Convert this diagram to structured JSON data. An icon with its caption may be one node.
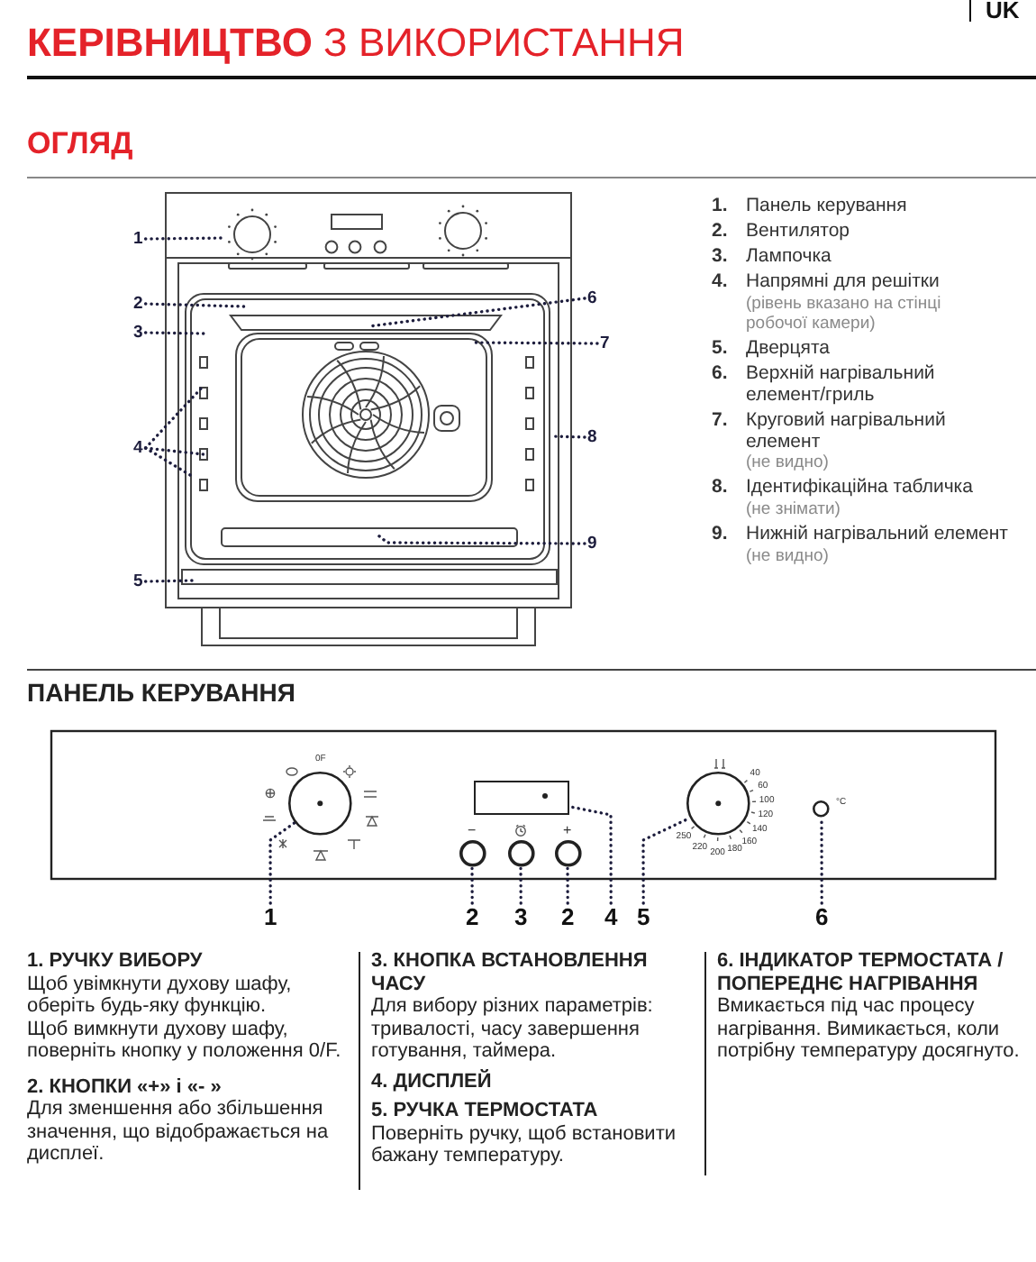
{
  "diagram": {
    "title": "**КЕРІВНИЦТВО** З ВИКОРИСТАННЯ",
    "nodes": [
      {
        "text": [
          "1"
        ]
      },
      {
        "text": [
          "2"
        ]
      },
      {
        "text": [
          "3"
        ]
      },
      {
        "text": [
          "4"
        ]
      },
      {
        "text": [
          "5"
        ]
      },
      {
        "text": [
          "6"
        ]
      },
      {
        "text": [
          "7"
        ]
      },
      {
        "text": [
          "8"
        ]
      },
      {
        "text": [
          "9"
        ]
      },
      {
        "text": [],
        "shape": "circle",
        "beside": [
          "0F"
        ]
      },
      {
        "text": [],
        "shape": "box"
      },
      {
        "text": [],
        "shape": "circle",
        "beside": [
          "−"
        ]
      },
      {
        "text": [],
        "shape": "circle"
      },
      {
        "text": [],
        "shape": "circle",
        "beside": [
          "+"
        ]
      },
      {
        "text": [],
        "shape": "circle",
        "beside": [
          "40",
          "60",
          "100",
          "120",
          "140",
          "160",
          "180",
          "200",
          "220",
          "250"
        ]
      },
      {
        "text": [],
        "shape": "circle",
        "beside": [
          "°C"
        ]
      },
      {
        "text": [
          "1"
        ]
      },
      {
        "text": [
          "2"
        ]
      },
      {
        "text": [
          "3"
        ]
      },
      {
        "text": [
          "2"
        ]
      },
      {
        "text": [
          "4"
        ]
      },
      {
        "text": [
          "5"
        ]
      },
      {
        "text": [
          "6"
        ]
      }
    ],
    "edges": [
      {
        "from": 0,
        "to": null,
        "arrow": "none"
      },
      {
        "from": 1,
        "to": null,
        "arrow": "none"
      },
      {
        "from": 2,
        "to": null,
        "arrow": "none"
      },
      {
        "from": 3,
        "to": null,
        "arrow": "none"
      },
      {
        "from": 3,
        "to": null,
        "arrow": "none"
      },
      {
        "from": 3,
        "to": null,
        "arrow": "none"
      },
      {
        "from": 4,
        "to": null,
        "arrow": "none"
      },
      {
        "from": 5,
        "to": null,
        "arrow": "none"
      },
      {
        "from": 6,
        "to": null,
        "arrow": "none"
      },
      {
        "from": 7,
        "to": null,
        "arrow": "none"
      },
      {
        "from": 8,
        "to": null,
        "arrow": "none"
      },
      {
        "from": 16,
        "to": 9,
        "arrow": "none"
      },
      {
        "from": 17,
        "to": 11,
        "arrow": "none"
      },
      {
        "from": 18,
        "to": 12,
        "arrow": "none"
      },
      {
        "from": 19,
        "to": 13,
        "arrow": "none"
      },
      {
        "from": 20,
        "to": 10,
        "arrow": "none"
      },
      {
        "from": 21,
        "to": 14,
        "arrow": "none"
      },
      {
        "from": 22,
        "to": 15,
        "arrow": "none"
      }
    ],
    "labels": [
      "UK",
      "ОГЛЯД",
      "1.",
      "Панель керування",
      "2.",
      "Вентилятор",
      "3.",
      "Лампочка",
      "4.",
      "Напрямні для решітки",
      "(рівень вказано на стінці робочої камери)",
      "5.",
      "Дверцята",
      "6.",
      "Верхній нагрівальний елемент/гриль",
      "7.",
      "Круговий нагрівальний елемент",
      "(не видно)",
      "8.",
      "Ідентифікаційна табличка",
      "(не знімати)",
      "9.",
      "Нижній нагрівальний елемент",
      "(не видно)",
      "ПАНЕЛЬ КЕРУВАННЯ",
      "1. РУЧКУ ВИБОРУ",
      "Щоб увімкнути духову шафу, оберіть будь-яку функцію.",
      "Щоб вимкнути духову шафу, поверніть кнопку у положення 0/F.",
      "2. КНОПКИ «+» і «- »",
      "Для зменшення або збільшення значення, що відображається на дисплеї.",
      "3. КНОПКА ВСТАНОВЛЕННЯ ЧАСУ",
      "Для вибору різних параметрів: тривалості, часу завершення готування, таймера.",
      "4. ДИСПЛЕЙ",
      "5. РУЧКА ТЕРМОСТАТА",
      "Поверніть ручку, щоб встановити бажану температуру.",
      "6. ІНДИКАТОР ТЕРМОСТАТА / ПОПЕРЕДНЄ НАГРІВАННЯ",
      "Вмикається під час процесу нагрівання. Вимикається, коли потрібну температуру досягнуто."
    ]
  }
}
